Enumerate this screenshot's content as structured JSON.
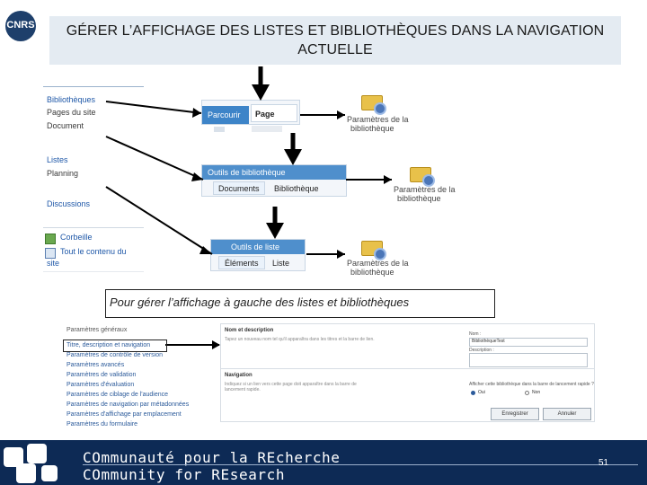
{
  "logo": {
    "text": "CNRS"
  },
  "slide": {
    "title_line1": "GÉRER L’AFFICHAGE DES LISTES ET BIBLIOTHÈQUES DANS LA NAVIGATION",
    "title_line2": "ACTUELLE",
    "caption": "Pour gérer l’affichage à gauche des listes et bibliothèques",
    "page_number": "51"
  },
  "nav": {
    "items": [
      "Bibliothèques",
      "Pages du site",
      "Document",
      "Listes",
      "Planning",
      "Discussions",
      "Corbeille",
      "Tout le contenu du",
      "site"
    ]
  },
  "ribbons": {
    "r1_tab1": "Parcourir",
    "r1_tab2": "Page",
    "r2_group": "Outils de bibliothèque",
    "r2_tab1": "Documents",
    "r2_tab2": "Bibliothèque",
    "r3_group": "Outils de liste",
    "r3_tab1": "Éléments",
    "r3_tab2": "Liste"
  },
  "library_settings": {
    "line1": "Paramètres de la",
    "line2": "bibliothèque"
  },
  "settings_list": {
    "header": "Paramètres généraux",
    "items": [
      "Titre, description et navigation",
      "Paramètres de contrôle de version",
      "Paramètres avancés",
      "Paramètres de validation",
      "Paramètres d'évaluation",
      "Paramètres de ciblage de l'audience",
      "Paramètres de navigation par métadonnées",
      "Paramètres d'affichage par emplacement",
      "Paramètres du formulaire"
    ]
  },
  "form": {
    "section1": "Nom et description",
    "section1_text": "Tapez un nouveau nom tel qu'il apparaîtra dans les titres et la barre de lien.",
    "name_label": "Nom :",
    "name_value": "BibliothèqueTest",
    "desc_label": "Description :",
    "section2": "Navigation",
    "section2_text": "Indiquez si un lien vers cette page doit apparaître dans la barre de lancement rapide.",
    "nav_question": "Afficher cette bibliothèque dans la barre de lancement rapide ?",
    "yes": "Oui",
    "no": "Non",
    "save": "Enregistrer",
    "cancel": "Annuler"
  },
  "footer": {
    "line1": "COmmunauté pour la REcherche",
    "line2": "COmmunity for REsearch"
  }
}
